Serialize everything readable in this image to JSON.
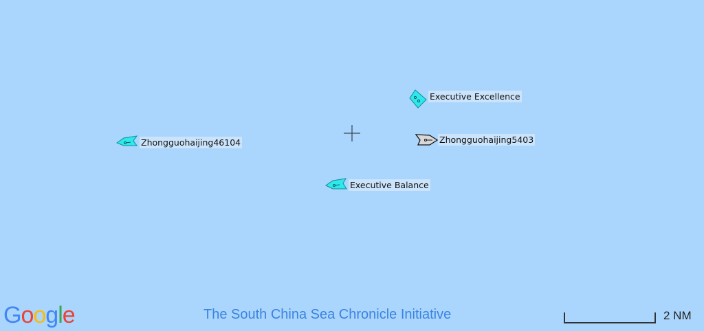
{
  "map": {
    "background_color": "#aad6fd",
    "vessels": [
      {
        "name": "Zhongguohaijing46104",
        "icon": "ship-arrow-icon",
        "color": "#2ee8ec"
      },
      {
        "name": "Executive Excellence",
        "icon": "ship-diamond-icon",
        "color": "#2ee8ec"
      },
      {
        "name": "Zhongguohaijing5403",
        "icon": "ship-arrow-icon",
        "color": "#d8d8d8"
      },
      {
        "name": "Executive Balance",
        "icon": "ship-arrow-icon",
        "color": "#2ee8ec"
      }
    ]
  },
  "footer": {
    "logo": "Google",
    "title": "The South China Sea Chronicle Initiative",
    "scale_label": "2 NM"
  }
}
